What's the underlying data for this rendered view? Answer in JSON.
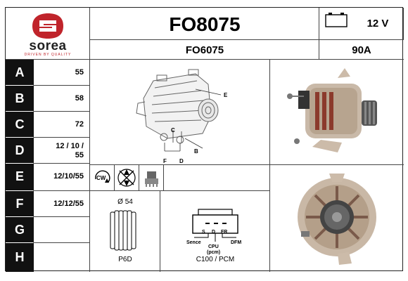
{
  "brand": {
    "name": "sorea",
    "tagline": "DRIVEN BY QUALITY"
  },
  "header": {
    "part_number": "FO8075",
    "alt_reference": "FO6075",
    "voltage": "12 V",
    "amperage": "90A"
  },
  "specs": [
    {
      "letter": "A",
      "value": "55"
    },
    {
      "letter": "B",
      "value": "58"
    },
    {
      "letter": "C",
      "value": "72"
    },
    {
      "letter": "D",
      "value": "12 / 10 / 55",
      "line1": "12 / 10 /",
      "line2": "55"
    },
    {
      "letter": "E",
      "value": "12/10/55"
    },
    {
      "letter": "F",
      "value": "12/12/55"
    },
    {
      "letter": "G",
      "value": ""
    },
    {
      "letter": "H",
      "value": ""
    }
  ],
  "diagram_labels": {
    "e": "E",
    "c": "C",
    "b": "B",
    "f": "F",
    "d": "D"
  },
  "rotation": {
    "label": "CW"
  },
  "pulley": {
    "diameter": "Ø 54",
    "type": "P6D"
  },
  "connector": {
    "pins": [
      "S",
      "D",
      "FR"
    ],
    "left_label": "Sence",
    "right_label": "DFM",
    "center_label": "CPU",
    "center_sub": "(pcm)",
    "caption": "C100 / PCM"
  },
  "colors": {
    "brand_red": "#c0242b",
    "letter_bg": "#111111",
    "border": "#444444"
  }
}
